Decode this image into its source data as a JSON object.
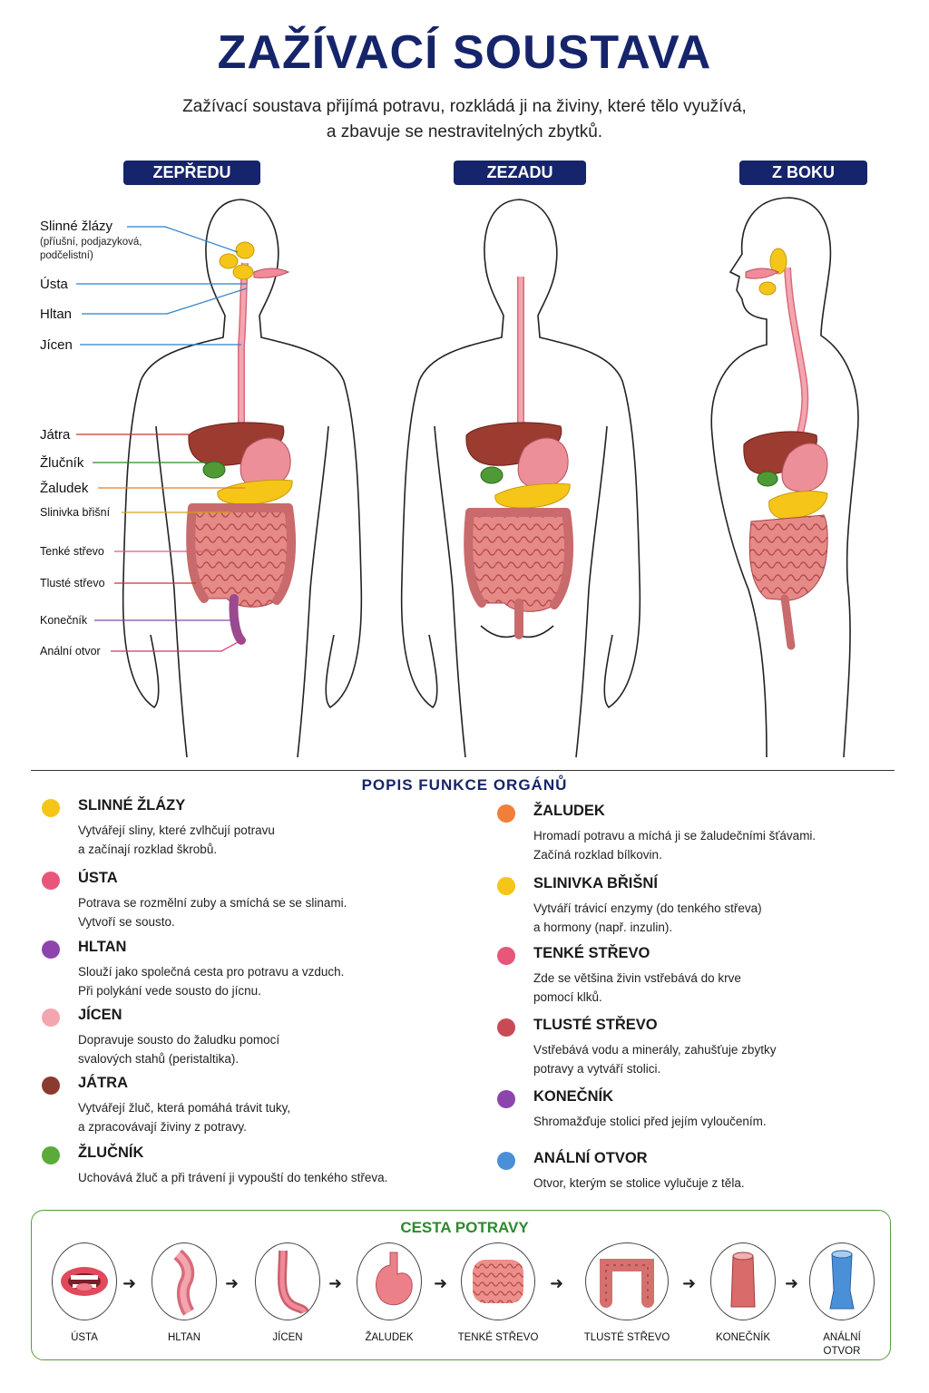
{
  "title": "ZAŽÍVACÍ SOUSTAVA",
  "subtitle_line1": "Zažívací soustava přijímá potravu, rozkládá ji na živiny, které tělo využívá,",
  "subtitle_line2": "a zbavuje se nestravitelných zbytků.",
  "views": [
    "ZEPŘEDU",
    "ZEZADU",
    "Z BOKU"
  ],
  "labels": {
    "slinne": "Slinné žlázy",
    "slinne_note": "(příušní, podjazyková, podčelistní)",
    "usta": "Ústa",
    "hltan": "Hltan",
    "jicen": "Jícen",
    "jatra": "Játra",
    "zlucnik": "Žlučník",
    "zaludek": "Žaludek",
    "slinivka": "Slinivka břišní",
    "tenke": "Tenké střevo",
    "tluste": "Tlusté střevo",
    "konecnik": "Konečník",
    "analni": "Anální otvor"
  },
  "section_title": "POPIS FUNKCE ORGÁNŮ",
  "organs_left": [
    {
      "name": "SLINNÉ ŽLÁZY",
      "color": "#f5c518",
      "line1": "Vytvářejí sliny, které zvlhčují potravu",
      "line2": "a začínají rozklad škrobů."
    },
    {
      "name": "ÚSTA",
      "color": "#e8577a",
      "line1": "Potrava se rozmělní zuby a smíchá se se slinami.",
      "line2": "Vytvoří se sousto."
    },
    {
      "name": "HLTAN",
      "color": "#8e44ad",
      "line1": "Slouží jako společná cesta pro potravu a vzduch.",
      "line2": "Při polykání vede sousto do jícnu."
    },
    {
      "name": "JÍCEN",
      "color": "#f4a6b0",
      "line1": "Dopravuje sousto do žaludku pomocí",
      "line2": "svalových stahů (peristaltika)."
    },
    {
      "name": "JÁTRA",
      "color": "#8b3a2f",
      "line1": "Vytvářejí žluč, která pomáhá trávit tuky,",
      "line2": "a zpracovávají živiny z potravy."
    },
    {
      "name": "ŽLUČNÍK",
      "color": "#5aab3a",
      "line1": "Uchovává žluč a při trávení ji vypouští do tenkého střeva.",
      "line2": ""
    }
  ],
  "organs_right": [
    {
      "name": "ŽALUDEK",
      "color": "#f07f3a",
      "line1": "Hromadí potravu a míchá ji se žaludečními šťávami.",
      "line2": "Začíná rozklad bílkovin."
    },
    {
      "name": "SLINIVKA BŘIŠNÍ",
      "color": "#f5c518",
      "line1": "Vytváří trávicí enzymy (do tenkého střeva)",
      "line2": "a hormony (např. inzulin)."
    },
    {
      "name": "TENKÉ STŘEVO",
      "color": "#e8577a",
      "line1": "Zde se většina živin vstřebává do krve",
      "line2": "pomocí klků."
    },
    {
      "name": "TLUSTÉ STŘEVO",
      "color": "#c94a55",
      "line1": "Vstřebává vodu a minerály, zahušťuje zbytky",
      "line2": "potravy a vytváří stolici."
    },
    {
      "name": "KONEČNÍK",
      "color": "#8e44ad",
      "line1": "Shromažďuje stolici před jejím vyloučením.",
      "line2": ""
    },
    {
      "name": "ANÁLNÍ OTVOR",
      "color": "#4a90d9",
      "line1": "Otvor, kterým se stolice vylučuje z těla.",
      "line2": ""
    }
  ],
  "path_title": "CESTA POTRAVY",
  "path_steps": [
    "ÚSTA",
    "HLTAN",
    "JÍCEN",
    "ŽALUDEK",
    "TENKÉ STŘEVO",
    "TLUSTÉ STŘEVO",
    "KONEČNÍK",
    "ANÁLNÍ",
    "OTVOR"
  ]
}
